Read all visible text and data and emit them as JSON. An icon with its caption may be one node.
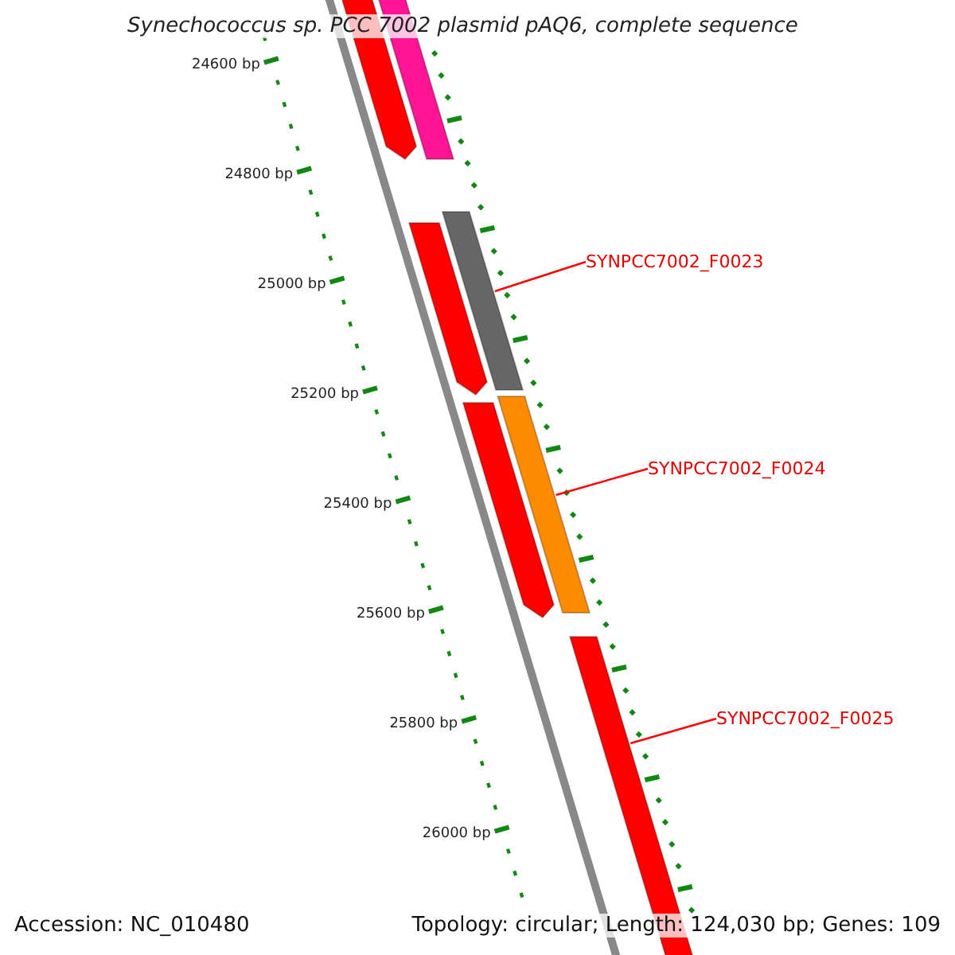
{
  "diagram": {
    "title": "Synechococcus sp. PCC 7002 plasmid pAQ6, complete sequence",
    "nodes": [
      {
        "text": [],
        "shape": "bar"
      },
      {
        "text": [],
        "shape": "bar"
      },
      {
        "text": [
          "SYNPCC7002_F0023"
        ]
      },
      {
        "text": [],
        "shape": "bar"
      },
      {
        "text": [],
        "shape": "bar"
      },
      {
        "text": [
          "SYNPCC7002_F0024"
        ]
      },
      {
        "text": [],
        "shape": "bar"
      },
      {
        "text": [],
        "shape": "bar"
      },
      {
        "text": [
          "SYNPCC7002_F0025"
        ]
      },
      {
        "text": [],
        "shape": "bar"
      }
    ],
    "edges": [
      {
        "from": 2,
        "to": 4,
        "arrow": "none"
      },
      {
        "from": 5,
        "to": 7,
        "arrow": "none"
      },
      {
        "from": 8,
        "to": 9,
        "arrow": "none"
      }
    ],
    "labels": [
      "24600 bp",
      "24800 bp",
      "25000 bp",
      "25200 bp",
      "25400 bp",
      "25600 bp",
      "25800 bp",
      "26000 bp",
      "Accession: NC_010480",
      "Topology: circular; Length: 124,030 bp; Genes: 109"
    ]
  }
}
